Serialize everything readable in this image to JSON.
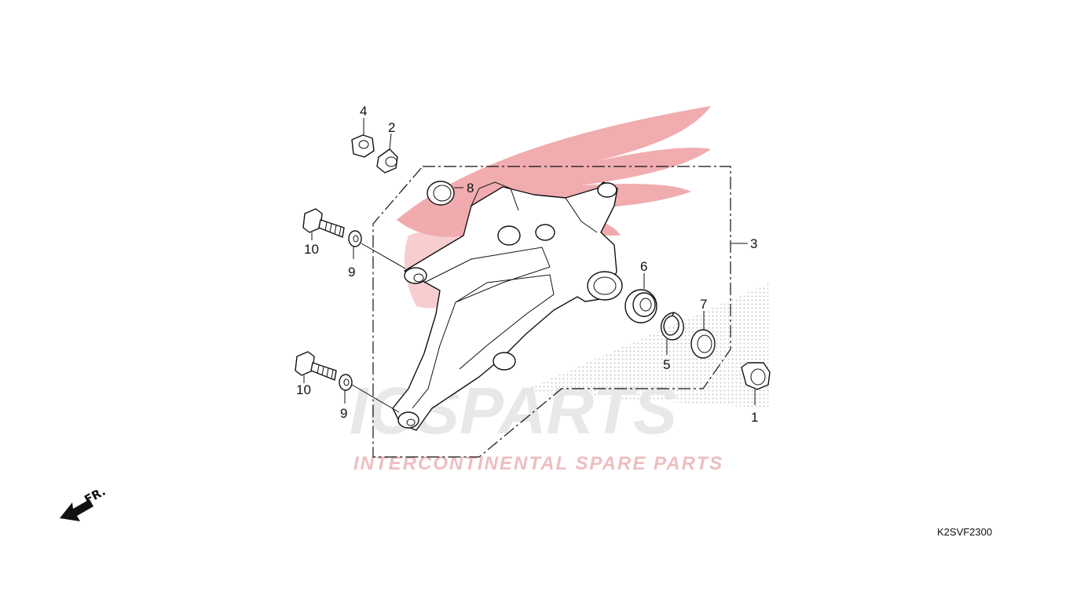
{
  "diagram": {
    "callouts": [
      {
        "id": "c4a",
        "label": "4"
      },
      {
        "id": "c2",
        "label": "2"
      },
      {
        "id": "c8",
        "label": "8"
      },
      {
        "id": "c10a",
        "label": "10"
      },
      {
        "id": "c9a",
        "label": "9"
      },
      {
        "id": "c3",
        "label": "3"
      },
      {
        "id": "c6",
        "label": "6"
      },
      {
        "id": "c7",
        "label": "7"
      },
      {
        "id": "c5",
        "label": "5"
      },
      {
        "id": "c1",
        "label": "1"
      },
      {
        "id": "c10b",
        "label": "10"
      },
      {
        "id": "c9b",
        "label": "9"
      }
    ],
    "direction_label": "FR.",
    "diagram_code": "K2SVF2300"
  },
  "watermark": {
    "big_text": "ICSPARTS",
    "small_text": "INTERCONTINENTAL SPARE PARTS",
    "logo": "honda-wing-logo",
    "color_accent": "#e0525a",
    "color_grey": "#c8c8c8"
  }
}
